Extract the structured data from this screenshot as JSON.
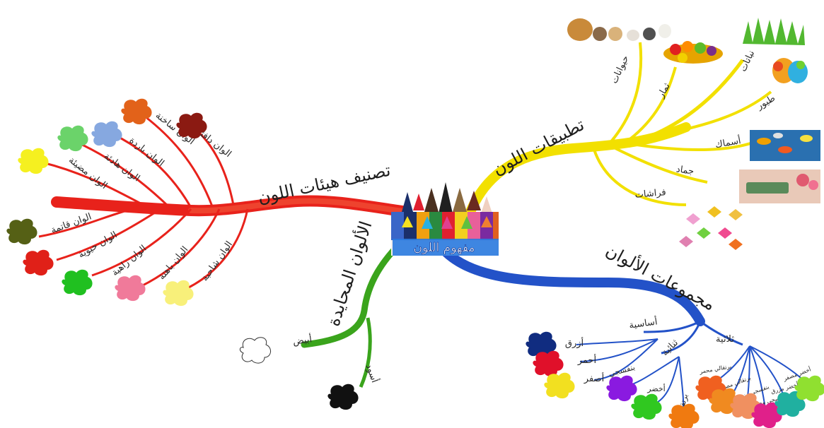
{
  "center": {
    "label": "مفهوم اللون"
  },
  "branches": {
    "classification": {
      "title": "تصنيف هيئات اللون",
      "color": "#e8221b",
      "items": [
        "الوان دافئة",
        "الوان ساخنة",
        "الوان باردة",
        "الوان هادئة",
        "الوان مضيئة",
        "الوان قاتمة",
        "الوان حيوية",
        "الوان زاهية",
        "الوان باهتة",
        "الوان شاحبة"
      ]
    },
    "applications": {
      "title": "تطبيقات اللون",
      "color": "#f2e000",
      "items": [
        "حيوانات",
        "ثمار",
        "نباتات",
        "طيور",
        "أسماك",
        "جماد",
        "فراشات"
      ]
    },
    "groups": {
      "title": "مجموعات الألوان",
      "color": "#2352c8",
      "primary": {
        "label": "أساسية",
        "items": [
          "أزرق",
          "أحمر",
          "أصفر"
        ]
      },
      "secondary": {
        "label": "ثنائية",
        "items": [
          "بنفسجي",
          "أخضر",
          "برتقالي"
        ]
      },
      "tertiary": {
        "label": "ثلاثية",
        "items": [
          "برتقالي محمر",
          "برتقالي مصفر",
          "بنفسجي مزرق",
          "بنفسجي محمر",
          "أخضر مزرق",
          "أخضر مصفر"
        ]
      }
    },
    "neutral": {
      "title": "الألوان المحايدة",
      "color": "#3aa41c",
      "items": [
        "أبيض",
        "أسود"
      ]
    }
  },
  "colors": {
    "red": "#e8221b",
    "yellow": "#f2e000",
    "blue": "#2352c8",
    "green": "#3aa41c"
  }
}
